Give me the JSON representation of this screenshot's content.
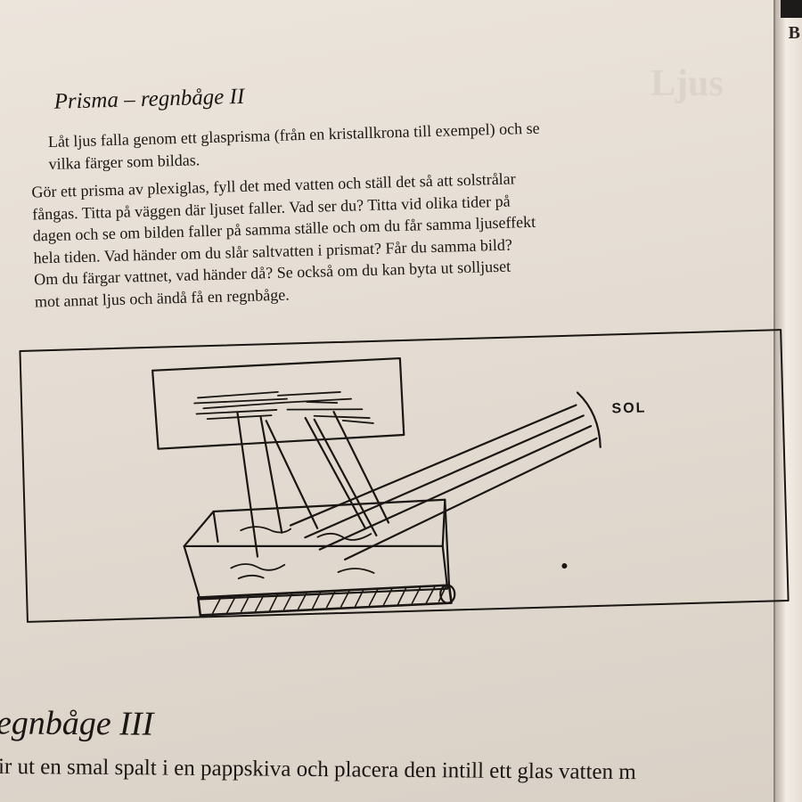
{
  "page": {
    "title": "Prisma – regnbåge II",
    "paragraph1": [
      "Låt ljus falla genom ett glasprisma (från en kristallkrona till exempel) och se",
      "vilka färger som bildas."
    ],
    "paragraph2": [
      "Gör ett prisma av plexiglas, fyll det med vatten och ställ det så att solstrålar",
      "fångas. Titta på väggen där ljuset faller. Vad ser du? Titta vid olika tider på",
      "dagen och se om bilden faller på samma ställe och om du får samma ljuseffekt",
      "hela tiden. Vad händer om du slår saltvatten i prismat? Får du samma bild?",
      "Om du färgar vattnet, vad händer då? Se också om du kan byta ut solljuset",
      "mot annat ljus och ändå få en regnbåge."
    ],
    "figure": {
      "sun_label": "SOL"
    },
    "next_heading": "egnbåge III",
    "next_text": "ir ut en smal spalt i en pappskiva och placera den intill ett glas vatten m"
  },
  "colors": {
    "paper": "#e8e0d6",
    "ink": "#1a1614",
    "bleed_through": "#cfc7bd"
  }
}
